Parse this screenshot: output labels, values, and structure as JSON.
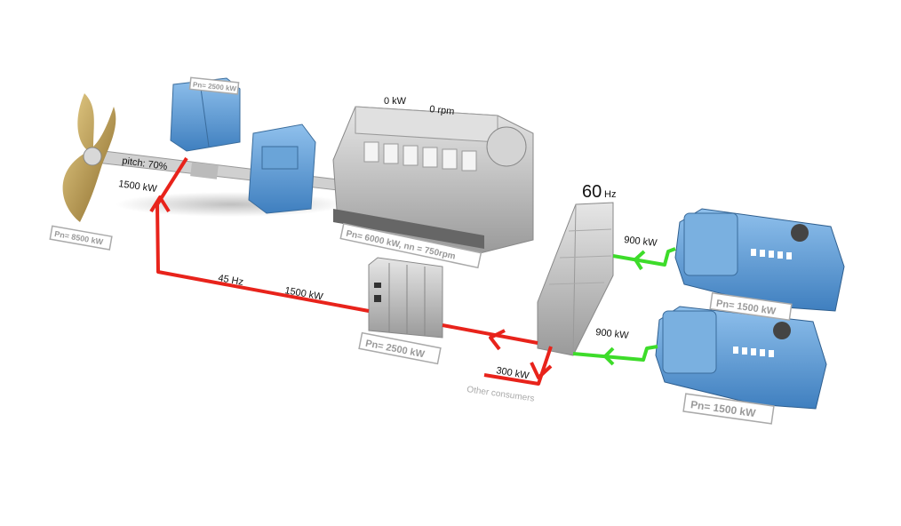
{
  "components": {
    "propeller": {
      "rating": "Pn= 8500 kW",
      "pitch": "pitch: 70%",
      "power": "1500 kW"
    },
    "shaft_motor": {
      "rating": "Pn= 2500 kW"
    },
    "main_engine": {
      "rating": "Pn= 6000 kW, nn = 750rpm",
      "power": "0 kW",
      "speed": "0 rpm"
    },
    "converter": {
      "rating": "Pn= 2500 kW"
    },
    "switchboard": {
      "frequency_value": "60",
      "frequency_unit": "Hz"
    },
    "generator_1": {
      "rating": "Pn= 1500 kW",
      "power": "900 kW"
    },
    "generator_2": {
      "rating": "Pn= 1500 kW",
      "power": "900 kW"
    }
  },
  "flows": {
    "motor_frequency": "45 Hz",
    "motor_power": "1500 kW",
    "consumers_power": "300 kW",
    "consumers_label": "Other consumers"
  },
  "colors": {
    "electric_out": "#e8231b",
    "electric_in": "#3ddc2a",
    "machine_blue": "#5b9bd5",
    "engine_grey": "#c8c8c8",
    "propeller_gold": "#c9a45a"
  }
}
